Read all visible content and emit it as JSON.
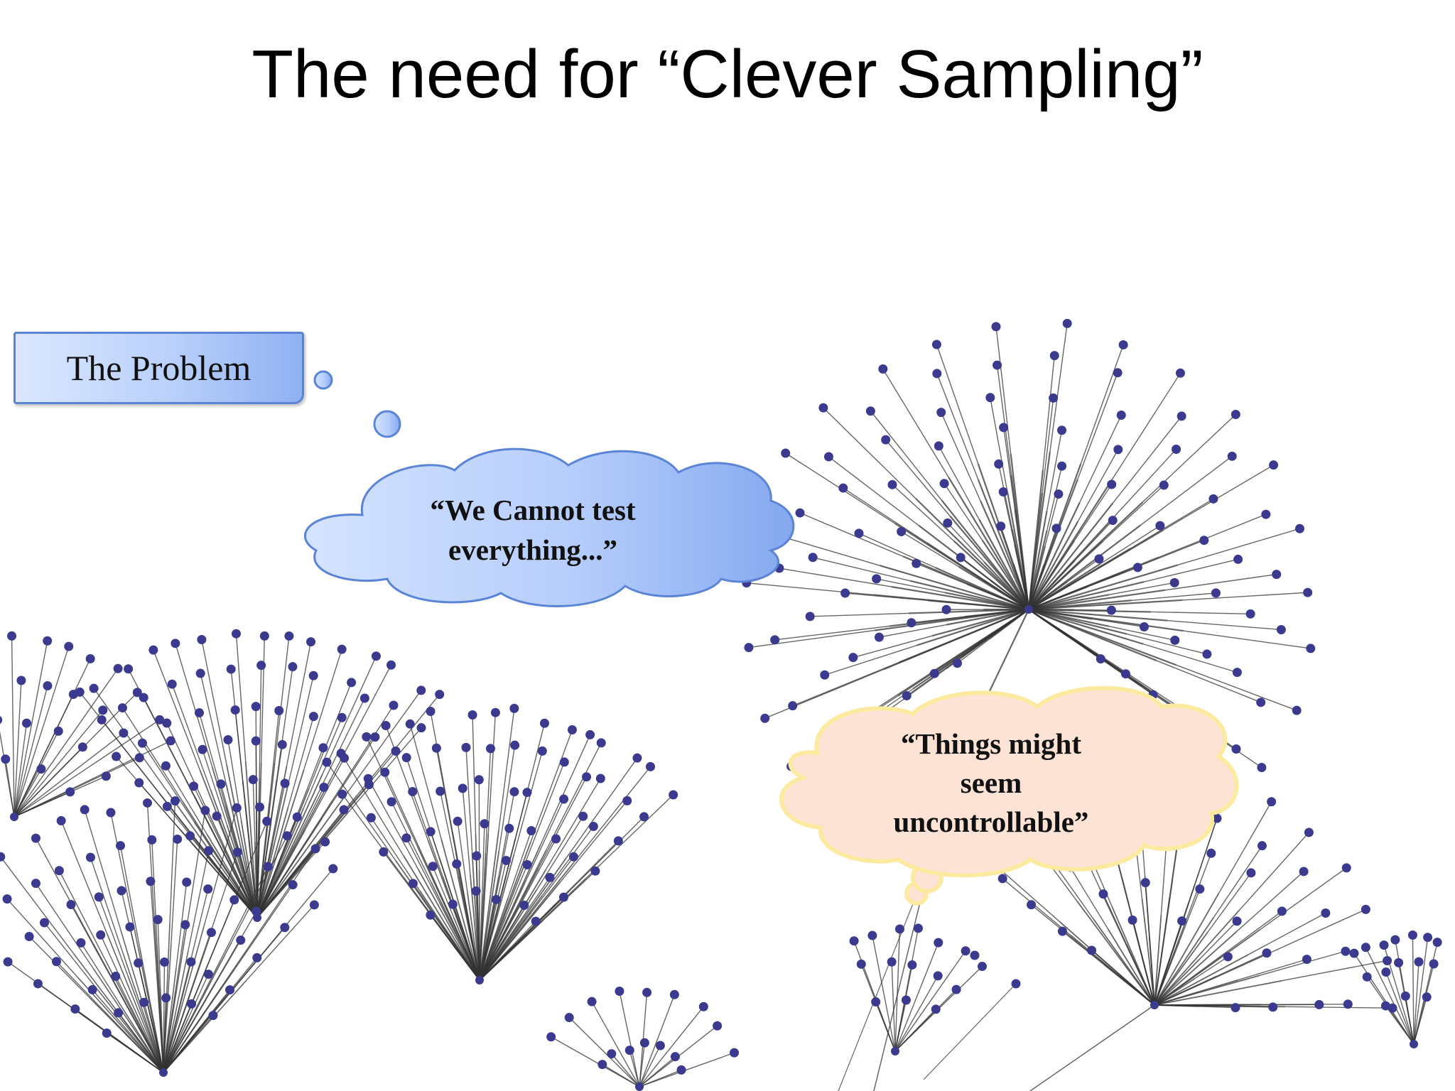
{
  "slide": {
    "title": "The need for “Clever Sampling”",
    "problem_label": "The Problem",
    "bubble_blue_lines": [
      "“We Cannot test",
      "everything...”"
    ],
    "bubble_yellow_lines": [
      "“Things might",
      "seem",
      "uncontrollable”"
    ]
  },
  "colors": {
    "node": "#3b3a8f",
    "edge": "#333333",
    "box_border": "#5b84d6",
    "cloud_blue_light": "#cfe0ff",
    "cloud_blue_dark": "#86aaf0",
    "cloud_yellow_fill": "#fde3d6",
    "cloud_yellow_border": "#fbeaa0"
  }
}
